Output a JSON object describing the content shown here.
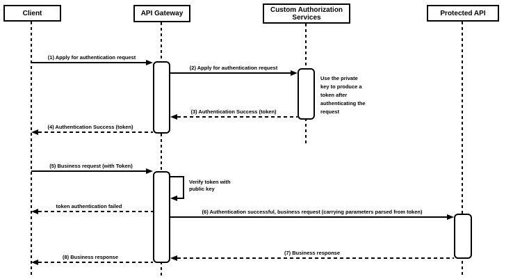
{
  "diagram": {
    "kind": "sequence-diagram",
    "colors": {
      "stroke": "#000000",
      "fill": "#ffffff",
      "background": "#ffffff",
      "text": "#000000"
    },
    "participants": [
      {
        "name": "Client"
      },
      {
        "name": "API Gateway"
      },
      {
        "name": "Custom Authorization Services"
      },
      {
        "name": "Protected API"
      }
    ],
    "messages": [
      {
        "label": "(1) Apply for authentication request",
        "from": "Client",
        "to": "API Gateway",
        "line": "solid"
      },
      {
        "label": "(2) Apply for authentication request",
        "from": "API Gateway",
        "to": "Custom Authorization Services",
        "line": "solid"
      },
      {
        "label": "(3) Authentication Success (token)",
        "from": "Custom Authorization Services",
        "to": "API Gateway",
        "line": "dashed"
      },
      {
        "label": "(4) Authentication Success (token)",
        "from": "API Gateway",
        "to": "Client",
        "line": "dashed"
      },
      {
        "label": "(5) Business request (with Token)",
        "from": "Client",
        "to": "API Gateway",
        "line": "solid"
      },
      {
        "label": "Verify token with public key",
        "from": "API Gateway",
        "to": "API Gateway",
        "line": "solid",
        "self_message": true
      },
      {
        "label": "token authentication failed",
        "from": "API Gateway",
        "to": "Client",
        "line": "dashed"
      },
      {
        "label": "(6) Authentication successful, business request (carrying parameters parsed from token)",
        "from": "API Gateway",
        "to": "Protected API",
        "line": "solid"
      },
      {
        "label": "(7) Business response",
        "from": "Protected API",
        "to": "API Gateway",
        "line": "dashed"
      },
      {
        "label": "(8) Business response",
        "from": "API Gateway",
        "to": "Client",
        "line": "dashed"
      }
    ],
    "notes": [
      {
        "text": "Use the private key to produce a token after authenticating the request",
        "attached_to": "Custom Authorization Services"
      }
    ]
  }
}
